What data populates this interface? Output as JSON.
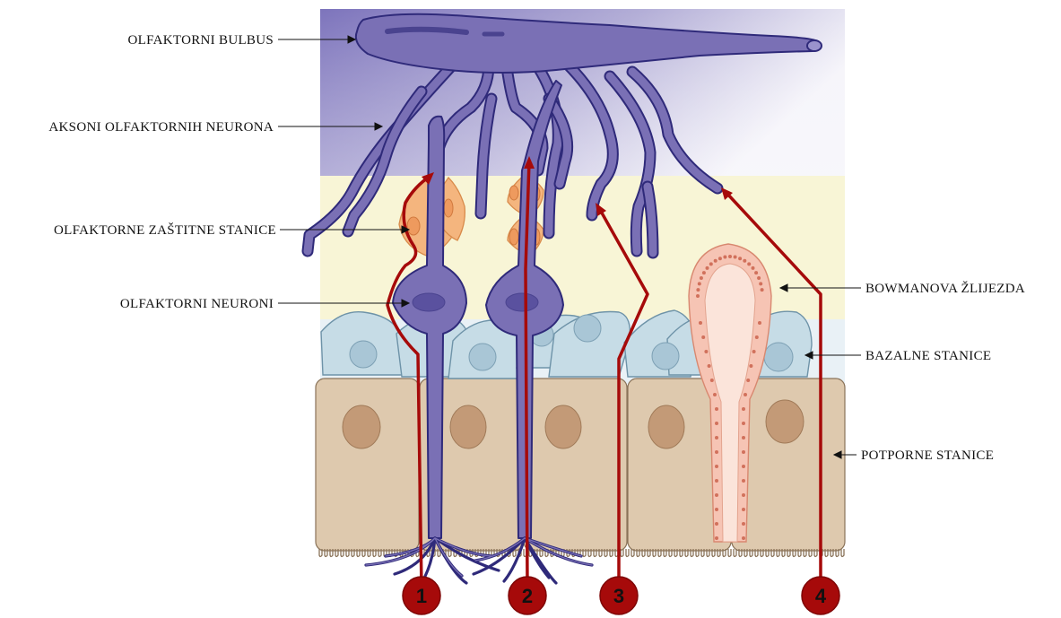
{
  "labels": {
    "bulbus": "OLFAKTORNI BULBUS",
    "aksoni": "AKSONI OLFAKTORNIH NEURONA",
    "zastitne": "OLFAKTORNE ZAŠTITNE STANICE",
    "neuroni": "OLFAKTORNI NEURONI",
    "bowman": "BOWMANOVA ŽLIJEZDA",
    "bazalne": "BAZALNE STANICE",
    "potporne": "POTPORNE STANICE"
  },
  "routes": [
    {
      "number": "1"
    },
    {
      "number": "2"
    },
    {
      "number": "3"
    },
    {
      "number": "4"
    }
  ],
  "colors": {
    "neuron": "#7A70B5",
    "neuron_outline": "#2F2A7A",
    "route_line": "#A60A0A",
    "route_badge": "#A60A0A",
    "ensheathing_cell": "#F4B57E",
    "basal_cell": "#C6DCE6",
    "supporting_cell": "#DEC9AE",
    "bowman_gland": "#F6C4B4",
    "bulb_band": "#8C84C4",
    "middle_layer": "#F8F5D6"
  }
}
